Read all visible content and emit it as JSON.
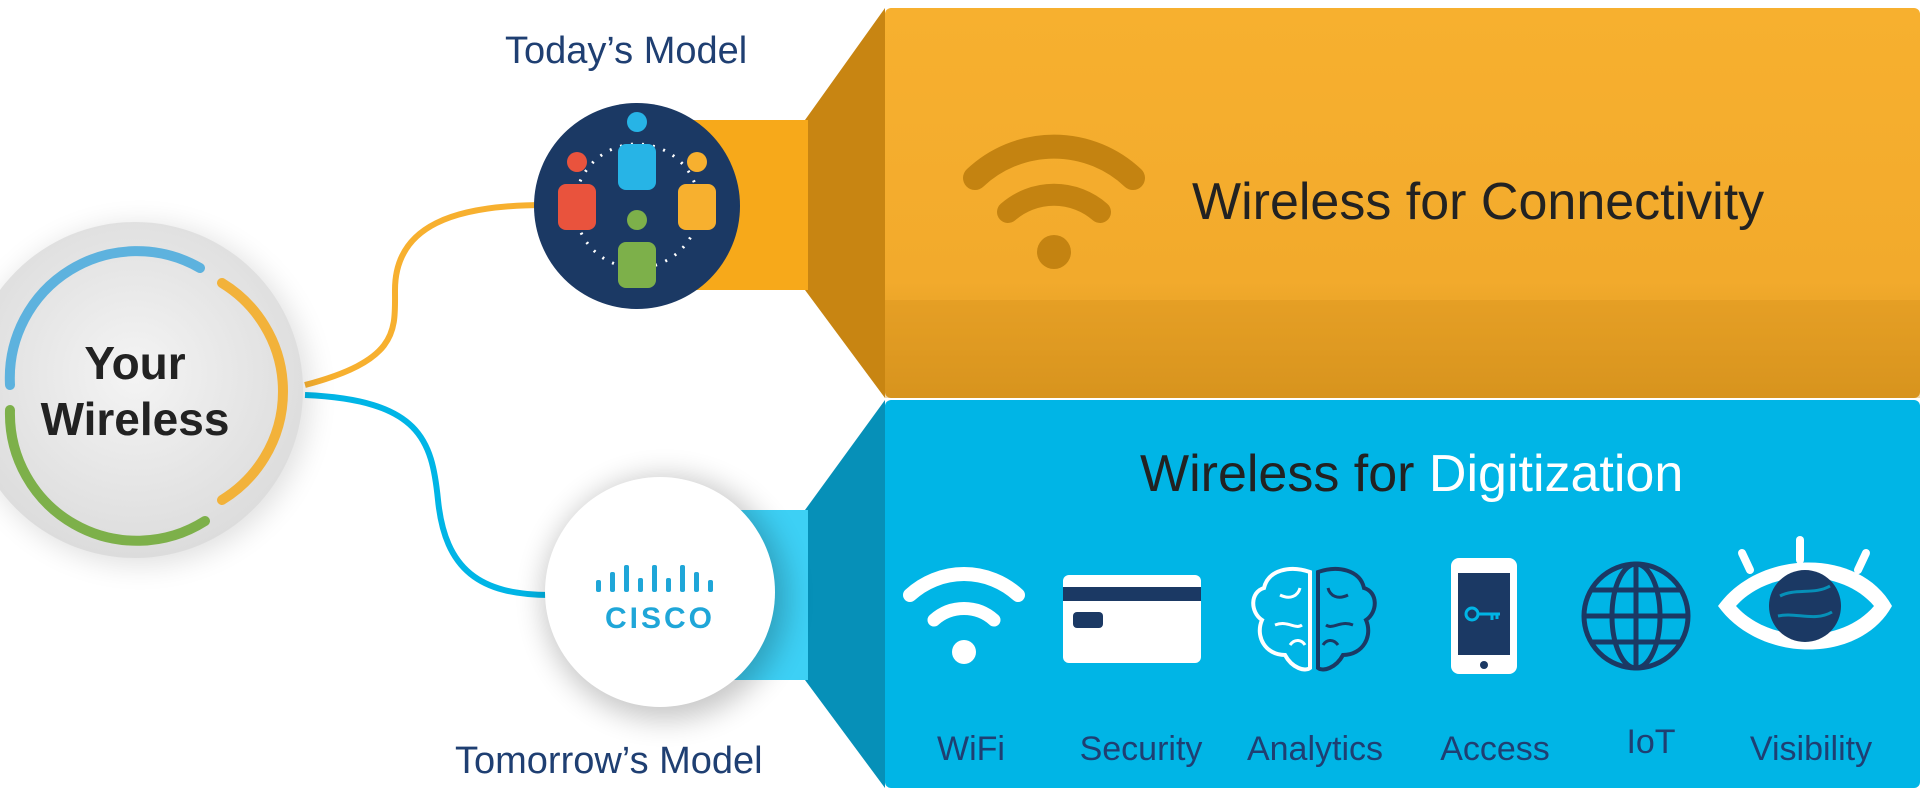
{
  "hub": {
    "line1": "Your",
    "line2": "Wireless"
  },
  "today": {
    "label": "Today’s Model"
  },
  "tomorrow": {
    "label": "Tomorrow’s Model",
    "logo_text": "CISCO"
  },
  "connectivity": {
    "title": "Wireless for Connectivity"
  },
  "digitization": {
    "title_prefix": "Wireless for ",
    "title_highlight": "Digitization"
  },
  "capabilities": [
    {
      "label": "WiFi",
      "icon": "wifi-icon"
    },
    {
      "label": "Security",
      "icon": "card-icon"
    },
    {
      "label": "Analytics",
      "icon": "brain-icon"
    },
    {
      "label": "Access",
      "icon": "phone-key-icon"
    },
    {
      "label": "IoT",
      "icon": "globe-icon"
    },
    {
      "label": "Visibility",
      "icon": "eye-icon"
    }
  ],
  "colors": {
    "orange": "#f7b02f",
    "orange_dark": "#c88512",
    "blue": "#00b5e6",
    "blue_dark": "#0690b8",
    "navy": "#1b3964",
    "green": "#7db04a",
    "red": "#e9533d",
    "lightblue": "#5db2de"
  }
}
